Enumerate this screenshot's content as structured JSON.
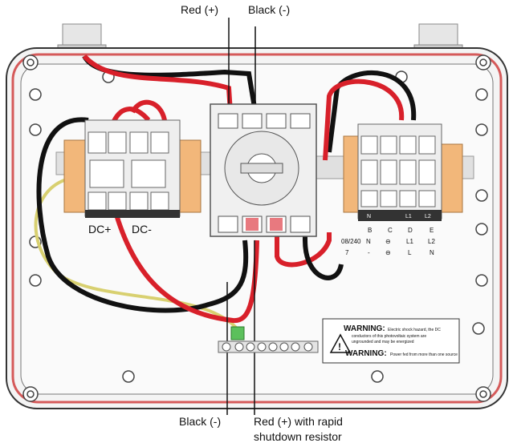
{
  "callouts": {
    "top_red": "Red (+)",
    "top_black": "Black (-)",
    "bottom_black": "Black (-)",
    "bottom_red_line1": "Red (+) with rapid",
    "bottom_red_line2": "shutdown resistor"
  },
  "labels": {
    "dc_plus": "DC+",
    "dc_minus": "DC-",
    "terminal_l1": "L1",
    "terminal_l2": "L2",
    "terminal_n": "N"
  },
  "table": {
    "headers": [
      "B",
      "C",
      "D",
      "E"
    ],
    "row1": [
      "08/240",
      "N",
      "⊖",
      "L1",
      "L2"
    ],
    "row2": [
      "7",
      "-",
      "⊖",
      "L",
      "N"
    ]
  },
  "warning": {
    "title1": "WARNING:",
    "text1a": "Electric shock hazard, the DC",
    "text1b": "conductors of this photovoltaic system are",
    "text1c": "ungrounded and may be energized",
    "title2": "WARNING:",
    "text2": "Power fed from more than one source"
  },
  "colors": {
    "red_wire": "#d8202a",
    "black_wire": "#111111",
    "enclosure_outline": "#d55a5a",
    "terminal_orange": "#f2b77a",
    "ground_wire": "#d8d070"
  }
}
